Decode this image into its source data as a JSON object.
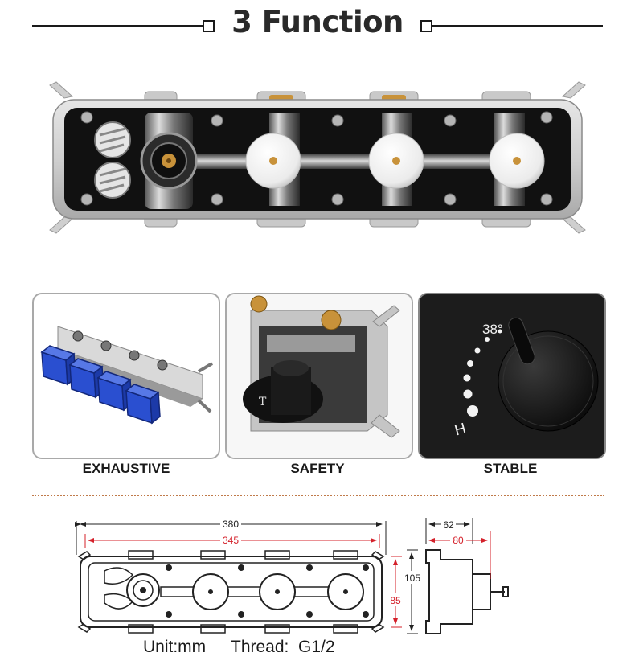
{
  "header": {
    "title": "3 Function"
  },
  "features": [
    {
      "label": "EXHAUSTIVE"
    },
    {
      "label": "SAFETY"
    },
    {
      "label": "STABLE"
    }
  ],
  "stable_card": {
    "temperature_mark": "38°",
    "hot_mark": "H"
  },
  "safety_card": {
    "logo_mark": "T"
  },
  "dimensions": {
    "overall_length": "380",
    "inner_length": "345",
    "height_outer": "105",
    "height_inner": "85",
    "depth_outer": "62",
    "depth_inner": "80"
  },
  "footer": {
    "unit": "Unit:mm",
    "thread": "Thread:  G1/2"
  },
  "colors": {
    "dimension_red": "#d4202a",
    "blue_handle": "#2a4fd0",
    "brass": "#c8923a",
    "divider": "#c07a4a"
  }
}
